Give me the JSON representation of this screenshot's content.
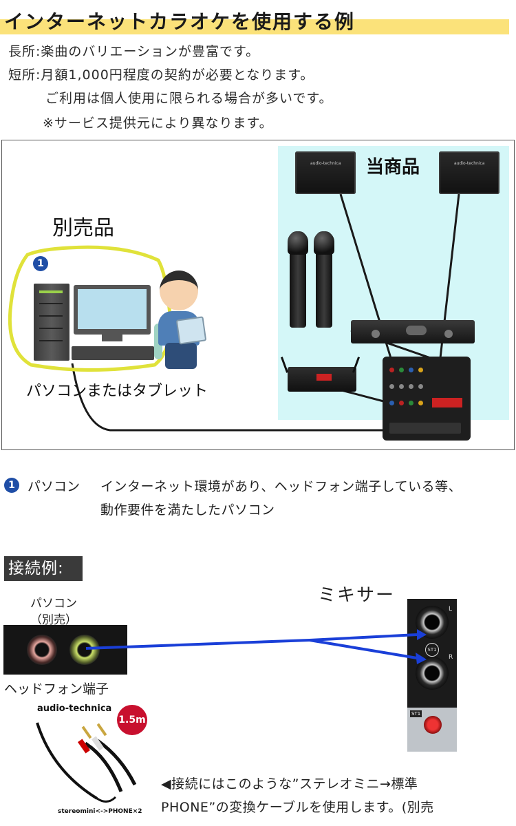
{
  "header": {
    "title": "インターネットカラオケを使用する例",
    "pros": "長所:楽曲のバリエーションが豊富です。",
    "cons": "短所:月額1,000円程度の契約が必要となります。",
    "cons_line2": "ご利用は個人使用に限られる場合が多いです。",
    "note": "※サービス提供元により異なります。"
  },
  "diagram": {
    "this_product_label": "当商品",
    "sold_separately_label": "別売品",
    "pc_label": "パソコンまたはタブレット",
    "badge_number": "1",
    "speaker_brand": "audio-technica",
    "amp_text": "",
    "receiver_text": ""
  },
  "legend": {
    "badge_number": "1",
    "item_name": "パソコン",
    "desc_line1": "インターネット環境があり、ヘッドフォン端子している等、",
    "desc_line2": "動作要件を満たしたパソコン"
  },
  "connection": {
    "section_title": "接続例:",
    "pc_label_line1": "パソコン",
    "pc_label_line2": "（別売）",
    "mixer_label": "ミキサー",
    "jack_label": "ヘッドフォン端子",
    "mixer_l": "L",
    "mixer_r": "R",
    "mixer_st1": "ST1",
    "brand_logo": "audio-technica",
    "length_badge": "1.5m",
    "cable_caption": "stereomini<->PHONE×2",
    "note_line1": "◀接続にはこのような”ステレオミニ→標準",
    "note_line2": "PHONE”の変換ケーブルを使用します。(別売"
  },
  "colors": {
    "title_highlight": "#fbe27a",
    "product_zone": "#d4f7f8",
    "highlight_outline": "#e0e23a",
    "badge": "#1f4ea6",
    "connection_arrow": "#1a3fd8",
    "length_badge": "#c8102e"
  }
}
